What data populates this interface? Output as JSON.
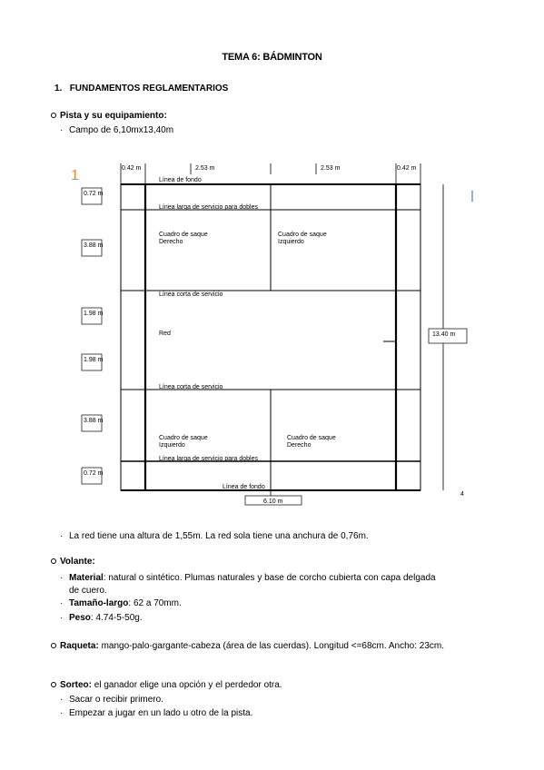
{
  "title": "TEMA 6: BÁDMINTON",
  "section1": {
    "number": "1.",
    "heading": "FUNDAMENTOS REGLAMENTARIOS"
  },
  "pista": {
    "heading": "Pista y su equipamiento:",
    "items": [
      "Campo de 6,10mx13,40m"
    ]
  },
  "diagram": {
    "page_mark": "1",
    "top_measures": [
      "0.42 m",
      "2.53 m",
      "2.53 m",
      "0.42 m"
    ],
    "left_measures": [
      "0.72 m",
      "3.88 m",
      "1.98 m",
      "1.98 m",
      "3.88 m",
      "0.72 m"
    ],
    "right_measure": "13.40 m",
    "bottom_measure": "6.10 m",
    "corner_number": "4",
    "labels": {
      "fondo_top": "Línea de fondo",
      "larga_top": "Línea larga de servicio para dobles",
      "cuadro_der_top_1": "Cuadro de saque",
      "cuadro_der_top_2": "Derecho",
      "cuadro_izq_top_1": "Cuadro de saque",
      "cuadro_izq_top_2": "Izquierdo",
      "corta_top": "Línea corta de servicio",
      "red": "Red",
      "corta_bottom": "Línea corta de servicio",
      "cuadro_izq_bot_1": "Cuadro de saque",
      "cuadro_izq_bot_2": "Izquierdo",
      "cuadro_der_bot_1": "Cuadro de saque",
      "cuadro_der_bot_2": "Derecho",
      "larga_bottom": "Línea larga de servicio para dobles",
      "fondo_bottom": "Línea de fondo"
    }
  },
  "red_item": "La red tiene una altura de 1,55m. La red sola tiene una anchura de 0,76m.",
  "volante": {
    "heading": "Volante:",
    "items": [
      {
        "label": "Material",
        "text": ": natural o sintético. Plumas naturales y base de corcho cubierta con capa delgada",
        "cont": "de cuero."
      },
      {
        "label": "Tamaño-largo",
        "text": ": 62 a 70mm."
      },
      {
        "label": "Peso",
        "text": ": 4.74-5-50g."
      }
    ]
  },
  "raqueta": {
    "heading": "Raqueta:",
    "text": " mango-palo-gargante-cabeza (área de las cuerdas). Longitud <=68cm. Ancho: 23cm."
  },
  "sorteo": {
    "heading": "Sorteo:",
    "text": " el ganador elige una opción y el perdedor otra.",
    "items": [
      "Sacar o recibir primero.",
      "Empezar a jugar en un lado u otro de la pista."
    ]
  }
}
